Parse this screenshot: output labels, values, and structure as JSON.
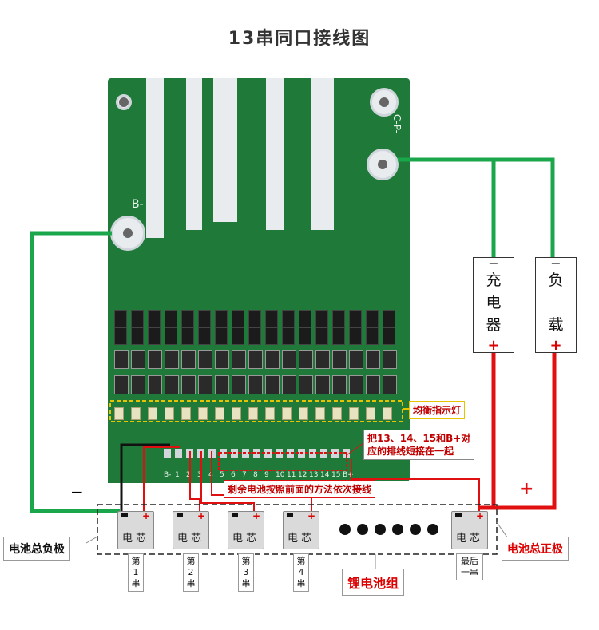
{
  "title": "13串同口接线图",
  "board": {
    "pin_labels": [
      "B-",
      "1",
      "2",
      "3",
      "4",
      "5",
      "6",
      "7",
      "8",
      "9",
      "10",
      "11",
      "12",
      "13",
      "14",
      "15",
      "B+"
    ],
    "b_minus_mark": "B-",
    "cp_mark": "C-P-"
  },
  "charger": {
    "minus": "−",
    "text": "充\n电\n器",
    "plus": "+"
  },
  "load": {
    "minus": "−",
    "text": "负\n\n载",
    "plus": "+"
  },
  "callouts": {
    "balance": "均衡指示灯",
    "short": "把13、14、15和B+对\n应的排线短接在一起",
    "remaining": "剩余电池按照前面的方法依次接线"
  },
  "pack": {
    "neg_sign": "−",
    "pos_sign": "+",
    "total_neg": "电池总负极",
    "total_pos": "电池总正极",
    "pack_label": "锂电池组",
    "cells": [
      {
        "label": "电芯",
        "tag": "第\n1\n串"
      },
      {
        "label": "电芯",
        "tag": "第\n2\n串"
      },
      {
        "label": "电芯",
        "tag": "第\n3\n串"
      },
      {
        "label": "电芯",
        "tag": "第\n4\n串"
      },
      {
        "label": "电芯",
        "tag": "最后\n一串"
      }
    ],
    "cell_neg": "−",
    "cell_pos": "+"
  },
  "colors": {
    "pcb": "#1f7a3a",
    "green_wire": "#1aa64a",
    "red_wire": "#e01010",
    "black_wire": "#111111"
  }
}
